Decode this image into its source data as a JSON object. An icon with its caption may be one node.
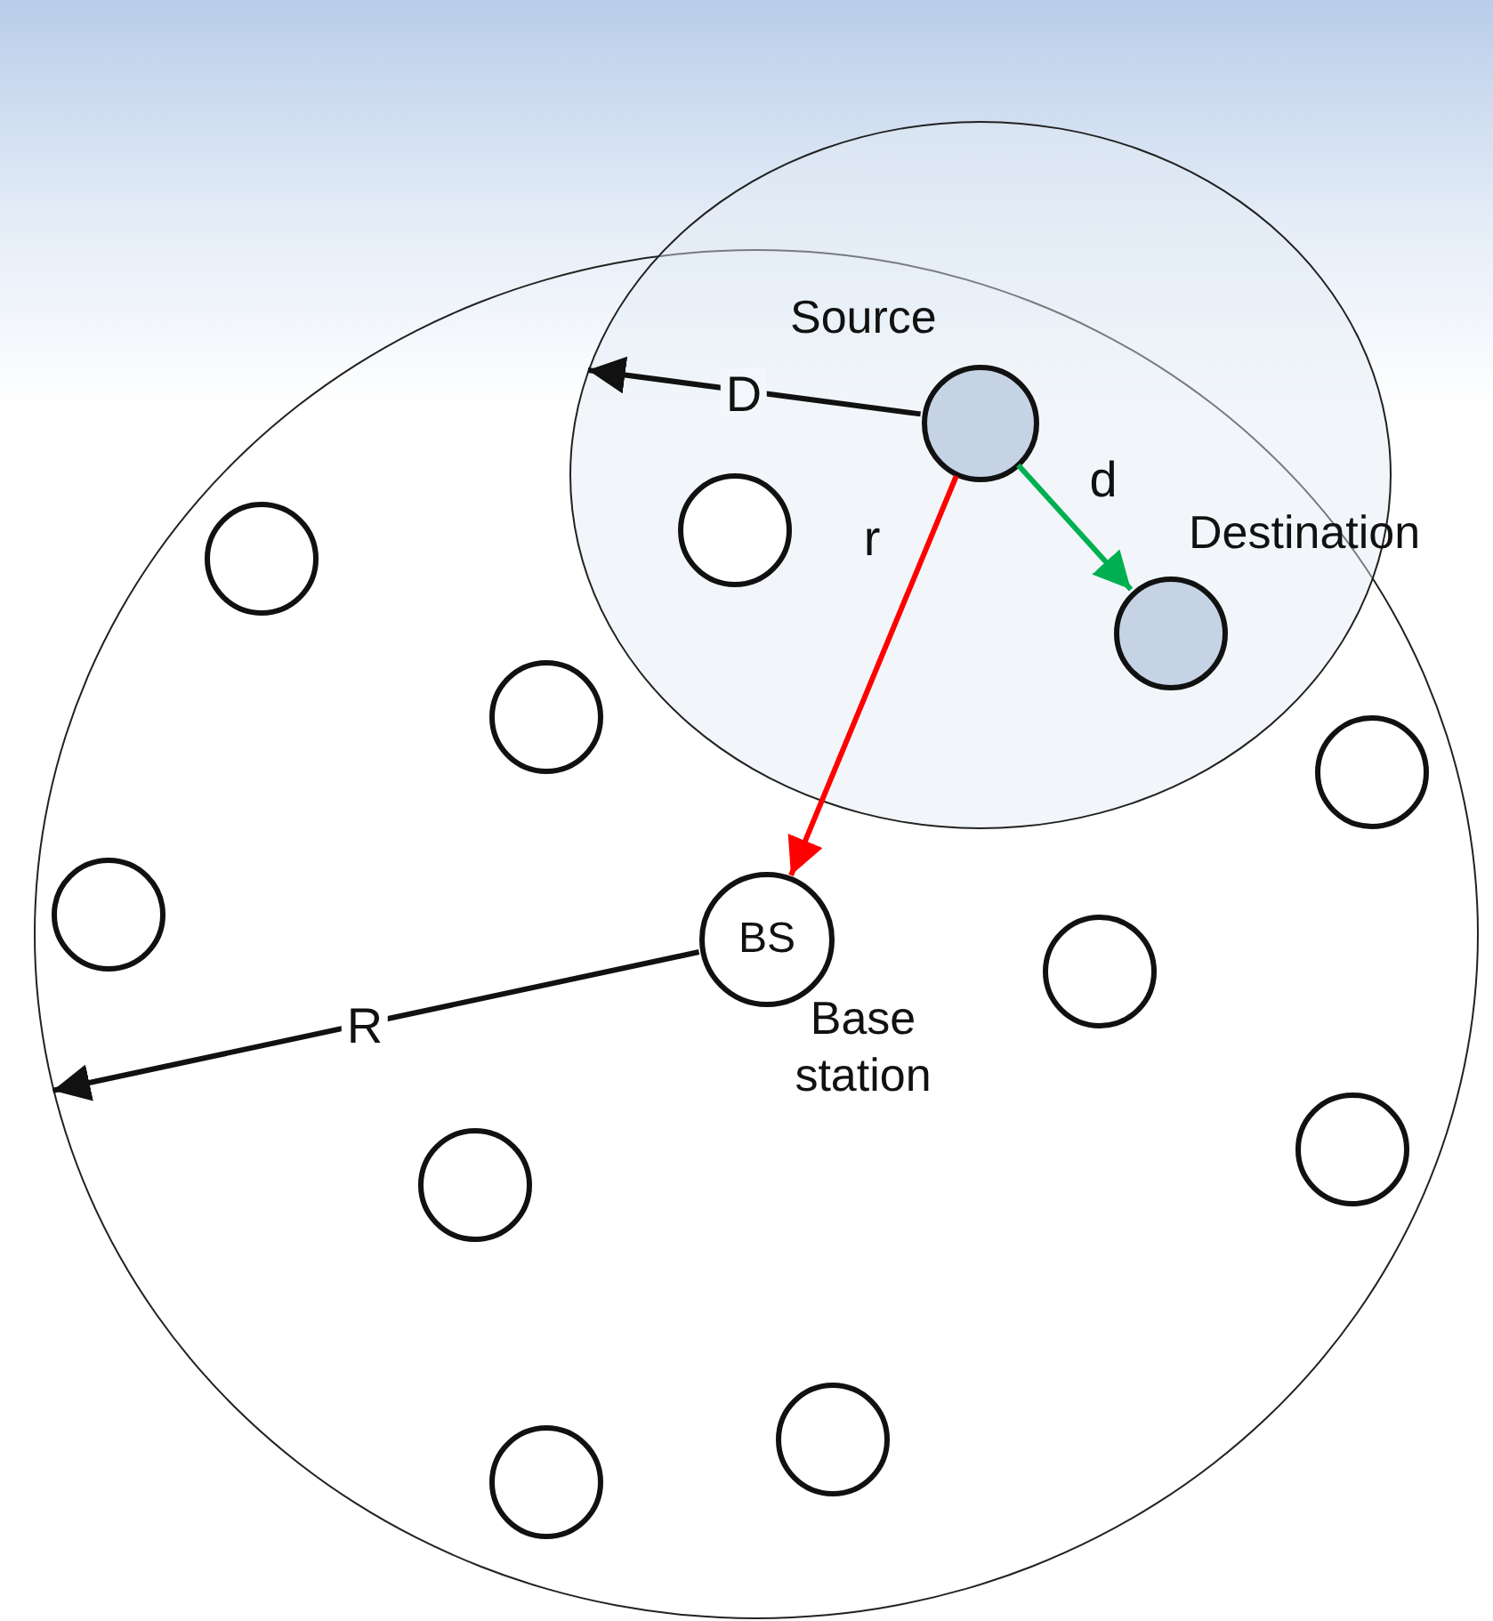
{
  "diagram": {
    "nodes": [
      {
        "text": [],
        "shape": "circle"
      },
      {
        "text": [],
        "shape": "circle"
      },
      {
        "text": [
          "Source"
        ],
        "in": 1
      },
      {
        "text": [],
        "shape": "circle",
        "in": 1
      },
      {
        "text": [],
        "shape": "circle",
        "in": 0
      },
      {
        "text": [
          "Destination"
        ],
        "in": 1
      },
      {
        "text": [],
        "shape": "circle",
        "in": 0
      },
      {
        "text": [],
        "shape": "circle",
        "in": 0
      },
      {
        "text": [],
        "shape": "circle",
        "in": 0
      },
      {
        "text": [
          "BS",
          "Base station"
        ],
        "in": 0
      },
      {
        "text": [],
        "shape": "circle",
        "in": 0
      },
      {
        "text": [],
        "shape": "circle",
        "in": 0
      },
      {
        "text": [],
        "shape": "circle",
        "in": 0
      },
      {
        "text": [],
        "shape": "circle",
        "in": 0
      },
      {
        "text": [],
        "shape": "circle",
        "in": 0
      }
    ],
    "edges": [
      {
        "from": 2,
        "to": 1,
        "arrow": "to",
        "label": "D"
      },
      {
        "from": 2,
        "to": 5,
        "arrow": "to",
        "label": "d",
        "color": "#00b050"
      },
      {
        "from": 2,
        "to": 9,
        "arrow": "to",
        "label": "r",
        "color": "#ff0000"
      },
      {
        "from": 9,
        "to": 0,
        "arrow": "to",
        "label": "R"
      }
    ]
  }
}
